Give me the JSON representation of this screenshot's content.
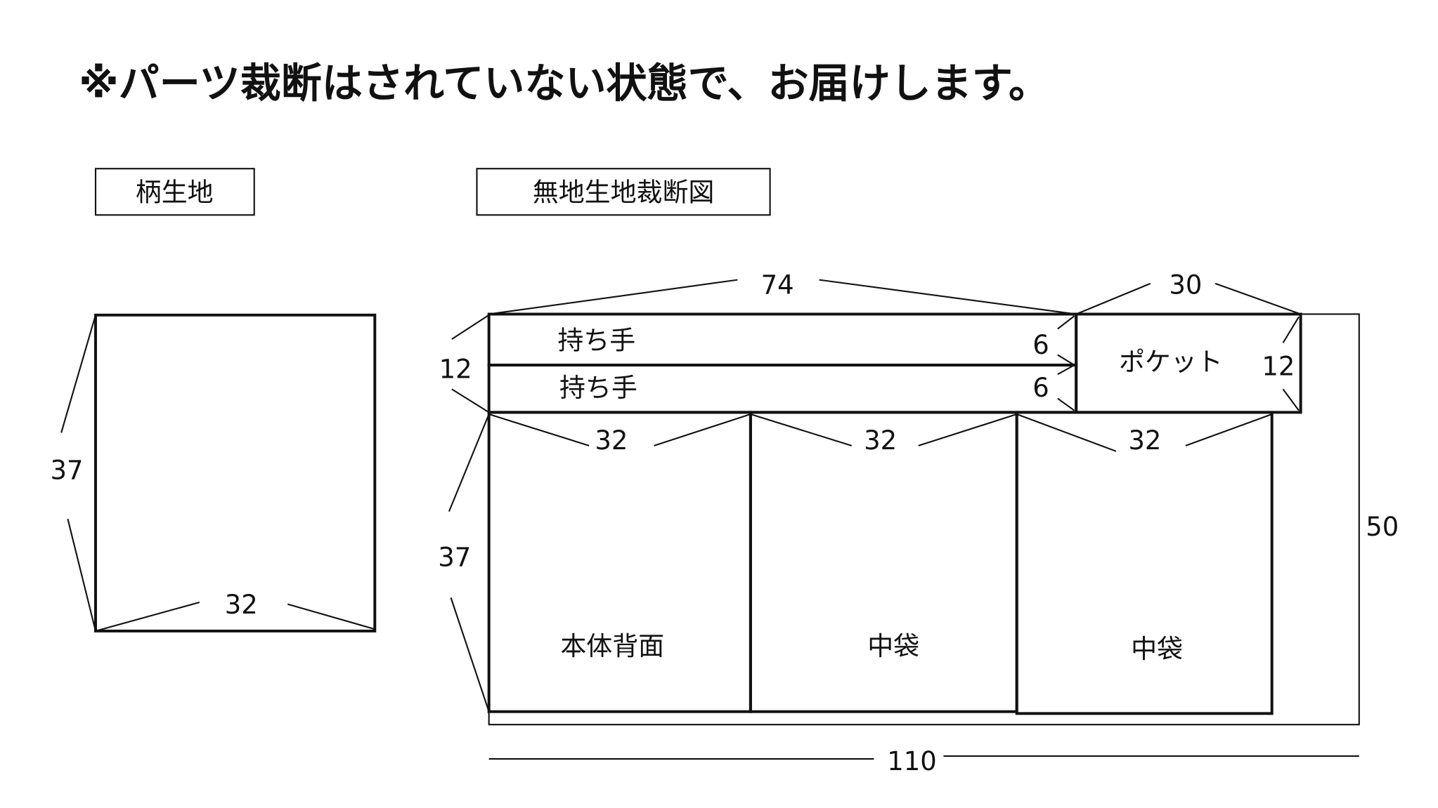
{
  "title": "※パーツ裁断はされていない状態で、お届けします。",
  "pattern_fabric": {
    "label": "柄生地",
    "height": "37",
    "width": "32"
  },
  "plain_fabric": {
    "label": "無地生地裁断図",
    "handle_total_length": "74",
    "pocket_width": "30",
    "handles_total_height": "12",
    "handle_1": {
      "label": "持ち手",
      "height": "6"
    },
    "handle_2": {
      "label": "持ち手",
      "height": "6"
    },
    "pocket": {
      "label": "ポケット",
      "height": "12"
    },
    "panel_height": "37",
    "panels": [
      {
        "label": "本体背面",
        "width": "32"
      },
      {
        "label": "中袋",
        "width": "32"
      },
      {
        "label": "中袋",
        "width": "32"
      }
    ],
    "fabric_height": "50",
    "fabric_width": "110"
  }
}
